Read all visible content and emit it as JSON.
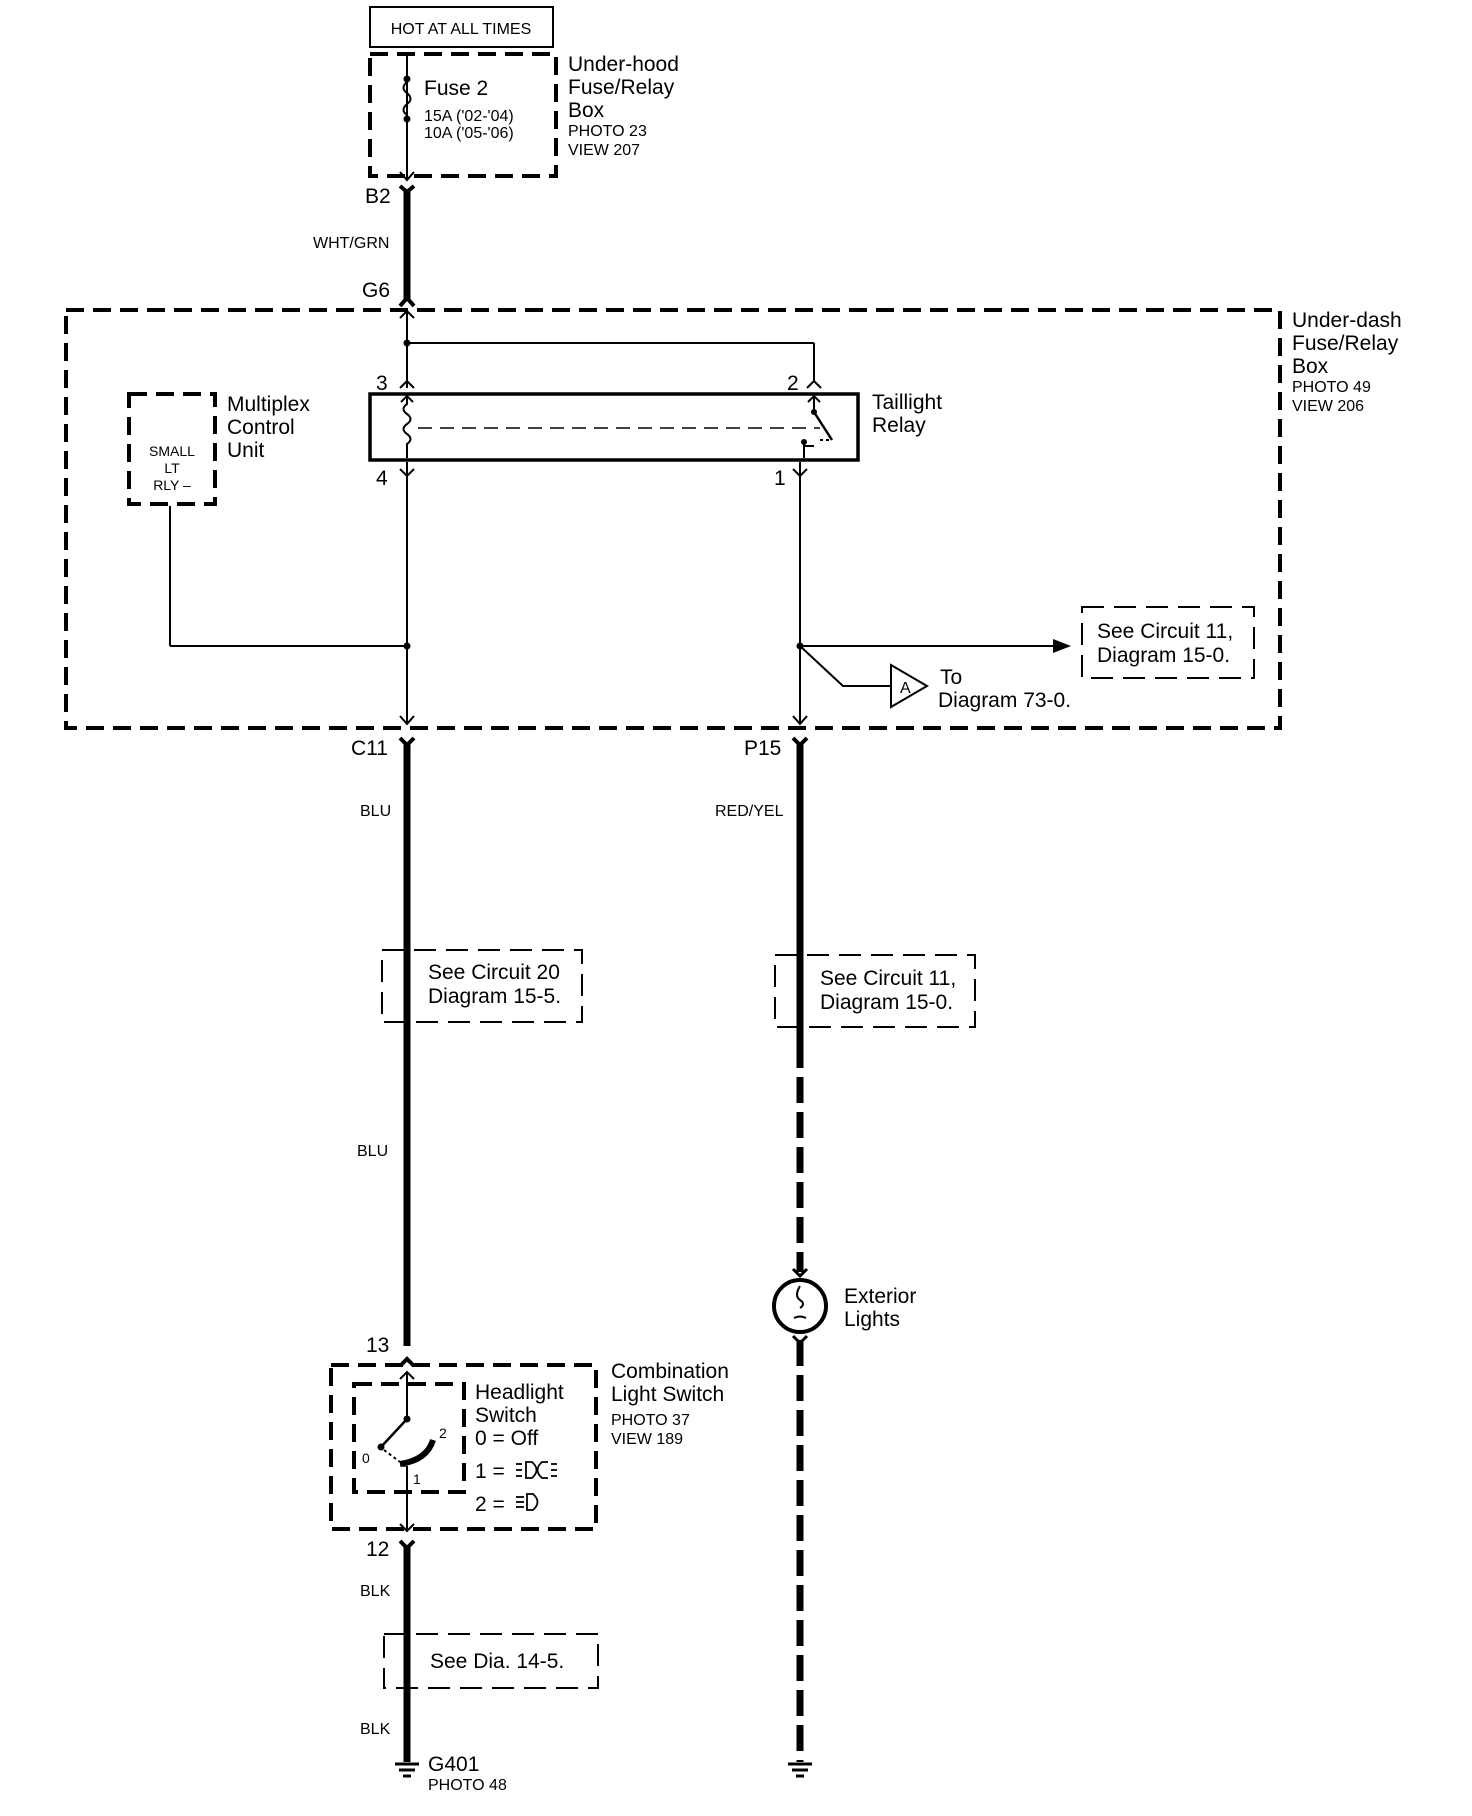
{
  "header": {
    "hot_label": "HOT AT ALL TIMES"
  },
  "fuse_box_top": {
    "title_lines": [
      "Under-hood",
      "Fuse/Relay",
      "Box"
    ],
    "photo": "PHOTO 23",
    "view": "VIEW 207",
    "fuse_name": "Fuse 2",
    "fuse_rating_1": "15A ('02-'04)",
    "fuse_rating_2": "10A ('05-'06)"
  },
  "connectors": {
    "b2": "B2",
    "g6": "G6",
    "c11": "C11",
    "p15": "P15",
    "pin_3": "3",
    "pin_2": "2",
    "pin_4": "4",
    "pin_1": "1",
    "pin_13": "13",
    "pin_12": "12"
  },
  "wires": {
    "wht_grn": "WHT/GRN",
    "blu_1": "BLU",
    "blu_2": "BLU",
    "red_yel": "RED/YEL",
    "blk_1": "BLK",
    "blk_2": "BLK"
  },
  "underdash_box": {
    "title_lines": [
      "Under-dash",
      "Fuse/Relay",
      "Box"
    ],
    "photo": "PHOTO 49",
    "view": "VIEW 206"
  },
  "multiplex": {
    "title_lines": [
      "Multiplex",
      "Control",
      "Unit"
    ],
    "inner_lines": [
      "SMALL",
      "LT",
      "RLY –"
    ]
  },
  "relay": {
    "title_lines": [
      "Taillight",
      "Relay"
    ]
  },
  "references": {
    "circuit11_top": [
      "See Circuit 11,",
      "Diagram 15-0."
    ],
    "to_diagram": [
      "To",
      "Diagram 73-0."
    ],
    "connector_a": "A",
    "circuit20": [
      "See Circuit 20",
      "Diagram 15-5."
    ],
    "circuit11_mid": [
      "See Circuit 11,",
      "Diagram 15-0."
    ],
    "dia14": "See Dia. 14-5."
  },
  "exterior_lights": {
    "title_lines": [
      "Exterior",
      "Lights"
    ]
  },
  "combination_switch": {
    "title_lines": [
      "Combination",
      "Light Switch"
    ],
    "photo": "PHOTO 37",
    "view": "VIEW 189",
    "headlight_lines": [
      "Headlight",
      "Switch"
    ],
    "pos_0": "0 = Off",
    "pos_1": "1 =",
    "pos_2": "2 =",
    "pos_label_0": "0",
    "pos_label_1": "1",
    "pos_label_2": "2"
  },
  "ground": {
    "name": "G401",
    "photo": "PHOTO 48"
  }
}
